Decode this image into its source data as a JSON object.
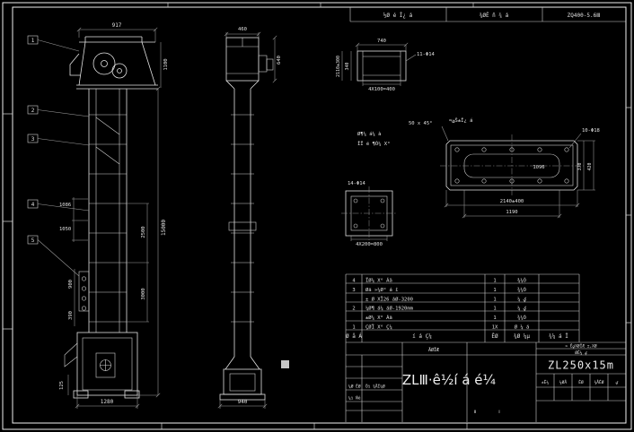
{
  "colors": {
    "background": "#000000",
    "line": "#e8e8e8",
    "dim_line": "#a8a8a8",
    "text": "#e0e0e0"
  },
  "sheet_header": {
    "cell1": "½Ø é Î¿ á",
    "cell2": "¾ØÊ ñ ¾ á",
    "cell3": "ZQ400-5.6Ⅲ"
  },
  "front_view": {
    "balloons": [
      "1",
      "2",
      "3",
      "4",
      "5"
    ],
    "dim_head_width": "917",
    "dim_head_height": "1100",
    "dim_total_height": "15000",
    "dim_upper_section": "2500",
    "dim_lower_section": "3000",
    "dim_left_a": "1086",
    "dim_left_b": "1050",
    "dim_left_c": "900",
    "dim_left_d": "390",
    "dim_boot_width": "1280",
    "dim_foot_height": "125"
  },
  "side_view": {
    "dim_top_width": "460",
    "dim_head_height": "640",
    "dim_base_width": "940"
  },
  "detail_channel": {
    "dim_top": "740",
    "dim_left_inner": "340",
    "dim_left_outer": "2110±300",
    "label_holes": "11-Φ14",
    "dim_bottom": "4X100=400"
  },
  "detail_frame": {
    "label_chamfer": "50 x 45°",
    "label_caption": "≈ؽŠ±Î¿ á",
    "label_holes": "10-Φ18",
    "dim_slot": "1096",
    "dim_right_inner": "370",
    "dim_right_outer": "420",
    "dim_bottom_outer": "2140±400",
    "dim_bottom_inner": "1190",
    "note_line1": "Ø¶¼ á¼ à",
    "note_line2": "ÎÏ é ¶Ò¼ X°"
  },
  "detail_flange": {
    "label_holes": "14-Φ14",
    "dim_bottom": "4X200=800"
  },
  "parts_list": {
    "header": {
      "no": "Ø å Á",
      "name": "í á Ç¼",
      "qty": "ÊØ",
      "material": "¾Ø ¼μ",
      "remark": "¾¼ á Ï"
    },
    "rows": [
      {
        "no": "4",
        "name": "ÏØ¼ X° Áä",
        "qty": "1",
        "material": "¾¼Ò"
      },
      {
        "no": "3",
        "name": "Øä »¼Ø° á î",
        "qty": "1",
        "material": "¾¼Ò"
      },
      {
        "no": "",
        "name": "± Ø XÏ26 áØ-3200",
        "qty": "1",
        "material": "¼ ؼ"
      },
      {
        "no": "2",
        "name": "¼Ø¶ á¼ áØ-1920mm",
        "qty": "1",
        "material": "¼ ؼ"
      },
      {
        "no": "",
        "name": "±Ø¼ X° Áä",
        "qty": "1",
        "material": "¾¼Ò"
      },
      {
        "no": "1",
        "name": "ÇØÏ X° Ç¼",
        "qty": "1X",
        "material": "Ø ¼ á"
      }
    ]
  },
  "title_block": {
    "label_model": "ÄØÏÆ",
    "note_right_1": "≈ ÊؼXØÏÆ ±,XØ",
    "note_right_2": "ØÊ¼ ؼ",
    "drawing_no": "ZL250x15m",
    "title": "ZLⅢ·ê½í á é¼",
    "sig_label_1": "¼Ø ÊØ",
    "sig_value_1": "Öì ¾ÅÏ¼Ø",
    "sig_label_2": "¼ì Ñé",
    "sheet_mark_1": "Ⅱ",
    "sheet_mark_2": "Ⅰ",
    "rev_cells": [
      "±Ê¼",
      "¼ØÅ",
      "ÊØ",
      "¾ÅÊØ",
      "ؼ"
    ]
  }
}
